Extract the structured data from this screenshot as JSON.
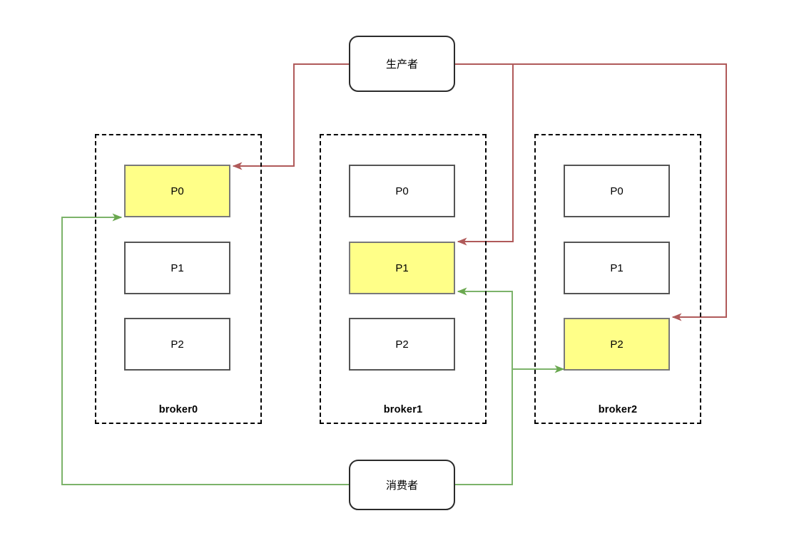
{
  "diagram": {
    "title": "Kafka producer/consumer partition assignment diagram",
    "colors": {
      "producer_link": "#b05a5a",
      "consumer_link": "#7cb36a",
      "highlight_fill": "#ffff88",
      "partition_border": "#545454",
      "broker_border": "#000000"
    }
  },
  "endpoints": {
    "producer": {
      "label": "生产者"
    },
    "consumer": {
      "label": "消费者"
    }
  },
  "brokers": [
    {
      "label": "broker0",
      "partitions": [
        {
          "label": "P0",
          "highlighted": true
        },
        {
          "label": "P1",
          "highlighted": false
        },
        {
          "label": "P2",
          "highlighted": false
        }
      ]
    },
    {
      "label": "broker1",
      "partitions": [
        {
          "label": "P0",
          "highlighted": false
        },
        {
          "label": "P1",
          "highlighted": true
        },
        {
          "label": "P2",
          "highlighted": false
        }
      ]
    },
    {
      "label": "broker2",
      "partitions": [
        {
          "label": "P0",
          "highlighted": false
        },
        {
          "label": "P1",
          "highlighted": false
        },
        {
          "label": "P2",
          "highlighted": true
        }
      ]
    }
  ],
  "connections": [
    {
      "name": "producer-to-broker0-p0",
      "from": "生产者",
      "to": "broker0 P0",
      "color": "#b05a5a"
    },
    {
      "name": "producer-to-broker1-p1",
      "from": "生产者",
      "to": "broker1 P1",
      "color": "#b05a5a"
    },
    {
      "name": "producer-to-broker2-p2",
      "from": "生产者",
      "to": "broker2 P2",
      "color": "#b05a5a"
    },
    {
      "name": "consumer-to-broker0-p0",
      "from": "消费者",
      "to": "broker0 P0",
      "color": "#7cb36a"
    },
    {
      "name": "consumer-to-broker1-p1",
      "from": "消费者",
      "to": "broker1 P1",
      "color": "#7cb36a"
    },
    {
      "name": "consumer-to-broker2-p2",
      "from": "消费者",
      "to": "broker2 P2",
      "color": "#7cb36a"
    }
  ]
}
